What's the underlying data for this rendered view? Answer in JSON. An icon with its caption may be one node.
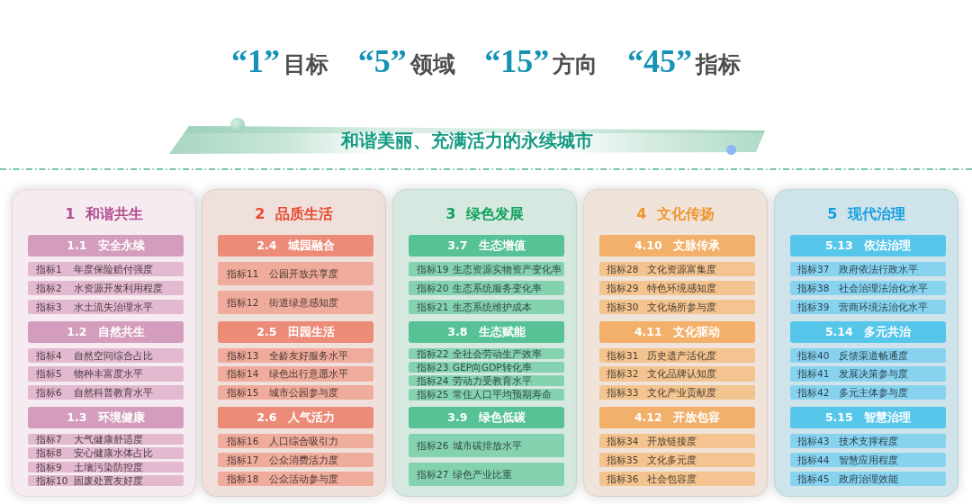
{
  "diagram": {
    "title": "**“1”**目标 **“5”**领域 **“15”**方向 **“45”**指标",
    "nodes": [
      {
        "text": [
          "和谐美丽、充满活力的永续城市"
        ]
      },
      {
        "text": [
          "1 和谐共生"
        ]
      },
      {
        "text": [
          "1.1 安全永续"
        ],
        "in": 1
      },
      {
        "text": [
          "指标1",
          "年度保险赔付强度"
        ],
        "in": 1
      },
      {
        "text": [
          "指标2",
          "水资源开发利用程度"
        ],
        "in": 1
      },
      {
        "text": [
          "指标3",
          "水土流失治理水平"
        ],
        "in": 1
      },
      {
        "text": [
          "1.2 自然共生"
        ],
        "in": 1
      },
      {
        "text": [
          "指标4",
          "自然空间综合占比"
        ],
        "in": 1
      },
      {
        "text": [
          "指标5",
          "物种丰富度水平"
        ],
        "in": 1
      },
      {
        "text": [
          "指标6",
          "自然科普教育水平"
        ],
        "in": 1
      },
      {
        "text": [
          "1.3 环境健康"
        ],
        "in": 1
      },
      {
        "text": [
          "指标7",
          "大气健康舒适度"
        ],
        "in": 1
      },
      {
        "text": [
          "指标8",
          "安心健康水体占比"
        ],
        "in": 1
      },
      {
        "text": [
          "指标9",
          "土壤污染防控度"
        ],
        "in": 1
      },
      {
        "text": [
          "指标10",
          "固废处置友好度"
        ],
        "in": 1
      },
      {
        "text": [
          "2 品质生活"
        ]
      },
      {
        "text": [
          "2.4 城园融合"
        ],
        "in": 15
      },
      {
        "text": [
          "指标11",
          "公园开放共享度"
        ],
        "in": 15
      },
      {
        "text": [
          "指标12",
          "街道绿意感知度"
        ],
        "in": 15
      },
      {
        "text": [
          "2.5 田园生活"
        ],
        "in": 15
      },
      {
        "text": [
          "指标13",
          "全龄友好服务水平"
        ],
        "in": 15
      },
      {
        "text": [
          "指标14",
          "绿色出行意愿水平"
        ],
        "in": 15
      },
      {
        "text": [
          "指标15",
          "城市公园参与度"
        ],
        "in": 15
      },
      {
        "text": [
          "2.6 人气活力"
        ],
        "in": 15
      },
      {
        "text": [
          "指标16",
          "人口综合吸引力"
        ],
        "in": 15
      },
      {
        "text": [
          "指标17",
          "公众消费活力度"
        ],
        "in": 15
      },
      {
        "text": [
          "指标18",
          "公众活动参与度"
        ],
        "in": 15
      },
      {
        "text": [
          "3 绿色发展"
        ]
      },
      {
        "text": [
          "3.7 生态增值"
        ],
        "in": 27
      },
      {
        "text": [
          "指标19",
          "生态资源实物资产变化率"
        ],
        "in": 27
      },
      {
        "text": [
          "指标20",
          "生态系统服务变化率"
        ],
        "in": 27
      },
      {
        "text": [
          "指标21",
          "生态系统维护成本"
        ],
        "in": 27
      },
      {
        "text": [
          "3.8 生态赋能"
        ],
        "in": 27
      },
      {
        "text": [
          "指标22",
          "全社会劳动生产效率"
        ],
        "in": 27
      },
      {
        "text": [
          "指标23",
          "GEP向GDP转化率"
        ],
        "in": 27
      },
      {
        "text": [
          "指标24",
          "劳动力受教育水平"
        ],
        "in": 27
      },
      {
        "text": [
          "指标25",
          "常住人口平均预期寿命"
        ],
        "in": 27
      },
      {
        "text": [
          "3.9 绿色低碳"
        ],
        "in": 27
      },
      {
        "text": [
          "指标26",
          "城市碳排放水平"
        ],
        "in": 27
      },
      {
        "text": [
          "指标27",
          "绿色产业比重"
        ],
        "in": 27
      },
      {
        "text": [
          "4 文化传扬"
        ]
      },
      {
        "text": [
          "4.10 文脉传承"
        ],
        "in": 40
      },
      {
        "text": [
          "指标28",
          "文化资源富集度"
        ],
        "in": 40
      },
      {
        "text": [
          "指标29",
          "特色环境感知度"
        ],
        "in": 40
      },
      {
        "text": [
          "指标30",
          "文化场所参与度"
        ],
        "in": 40
      },
      {
        "text": [
          "4.11 文化驱动"
        ],
        "in": 40
      },
      {
        "text": [
          "指标31",
          "历史遗产活化度"
        ],
        "in": 40
      },
      {
        "text": [
          "指标32",
          "文化品牌认知度"
        ],
        "in": 40
      },
      {
        "text": [
          "指标33",
          "文化产业贡献度"
        ],
        "in": 40
      },
      {
        "text": [
          "4.12 开放包容"
        ],
        "in": 40
      },
      {
        "text": [
          "指标34",
          "开放链接度"
        ],
        "in": 40
      },
      {
        "text": [
          "指标35",
          "文化多元度"
        ],
        "in": 40
      },
      {
        "text": [
          "指标36",
          "社会包容度"
        ],
        "in": 40
      },
      {
        "text": [
          "5 现代治理"
        ]
      },
      {
        "text": [
          "5.13 依法治理"
        ],
        "in": 53
      },
      {
        "text": [
          "指标37",
          "政府依法行政水平"
        ],
        "in": 53
      },
      {
        "text": [
          "指标38",
          "社会治理法治化水平"
        ],
        "in": 53
      },
      {
        "text": [
          "指标39",
          "营商环境法治化水平"
        ],
        "in": 53
      },
      {
        "text": [
          "5.14 多元共治"
        ],
        "in": 53
      },
      {
        "text": [
          "指标40",
          "反馈渠道畅通度"
        ],
        "in": 53
      },
      {
        "text": [
          "指标41",
          "发展决策参与度"
        ],
        "in": 53
      },
      {
        "text": [
          "指标42",
          "多元主体参与度"
        ],
        "in": 53
      },
      {
        "text": [
          "5.15 智慧治理"
        ],
        "in": 53
      },
      {
        "text": [
          "指标43",
          "技术支撑程度"
        ],
        "in": 53
      },
      {
        "text": [
          "指标44",
          "智慧应用程度"
        ],
        "in": 53
      },
      {
        "text": [
          "指标45",
          "政府治理效能"
        ],
        "in": 53
      }
    ]
  }
}
